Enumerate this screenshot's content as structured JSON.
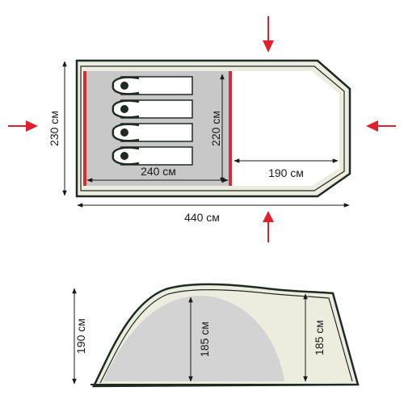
{
  "colors": {
    "shell_fill": "#ececdf",
    "outline": "#1f2a22",
    "inner_floor": "#c8c8c8",
    "wall_red": "#d42e3a",
    "arrow_red": "#e0202c",
    "dim_line": "#1a1a1a",
    "bag_fill": "#ffffff",
    "profile_fill": "#d3d3d3"
  },
  "floor_plan": {
    "sleeping_bag_count": 4,
    "labels": {
      "total_length": "440 см",
      "total_width": "230 см",
      "inner_length": "240 см",
      "inner_width": "220 см",
      "vestibule_length": "190 см"
    }
  },
  "side_view": {
    "labels": {
      "outer_height": "190 см",
      "inner_height": "185 см",
      "vestibule_height": "185 см"
    }
  },
  "wind_arrows": [
    "top",
    "bottom",
    "left",
    "right"
  ]
}
